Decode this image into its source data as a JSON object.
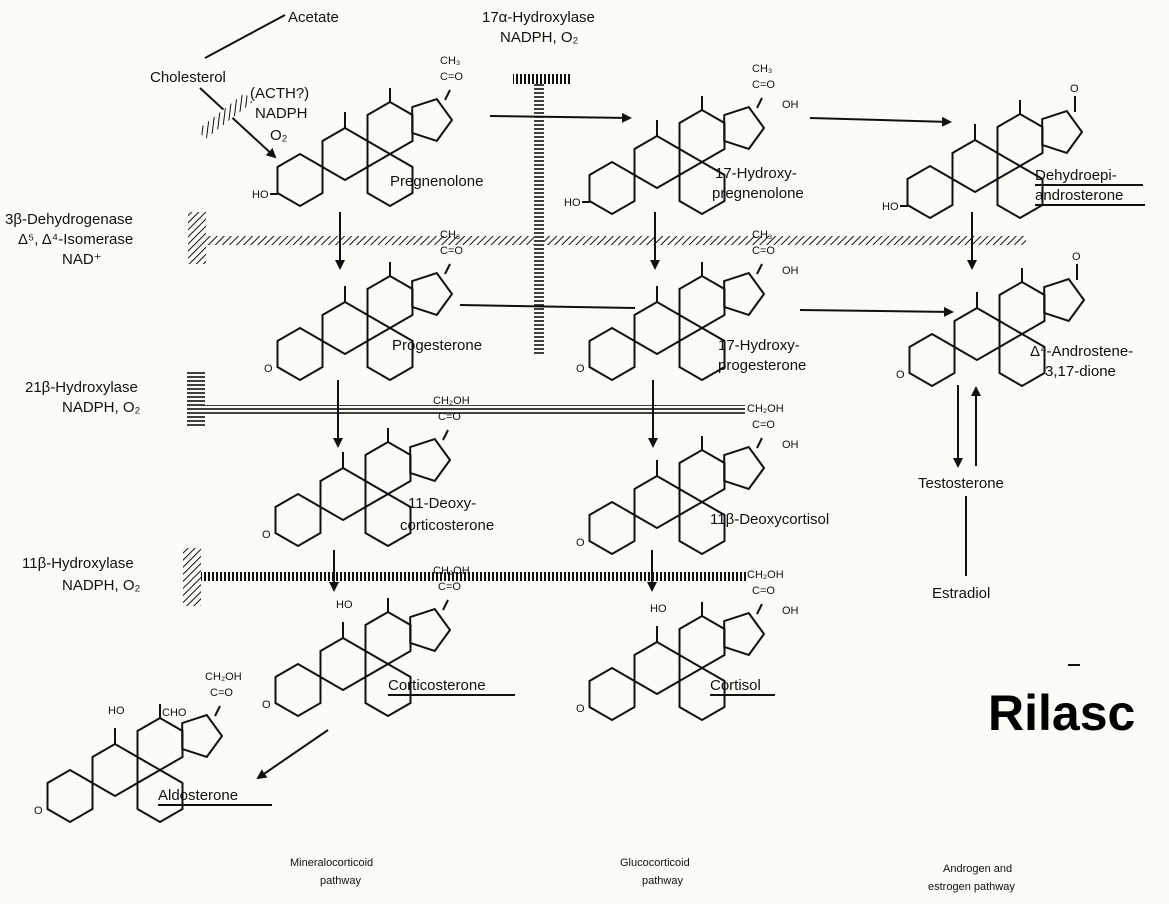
{
  "inputs": {
    "acetate": "Acetate",
    "cholesterol": "Cholesterol",
    "acth": "(ACTH?)",
    "nadph": "NADPH",
    "o2": "O₂"
  },
  "enzymes": {
    "hydroxylase17": {
      "name": "17α-Hydroxylase",
      "cofactor": "NADPH, O₂"
    },
    "dehydrogenase3b": {
      "name": "3β-Dehydrogenase",
      "isomerase": "Δ⁵, Δ⁴-Isomerase",
      "cofactor": "NAD⁺"
    },
    "hydroxylase21": {
      "name": "21β-Hydroxylase",
      "cofactor": "NADPH, O₂"
    },
    "hydroxylase11": {
      "name": "11β-Hydroxylase",
      "cofactor": "NADPH, O₂"
    }
  },
  "compounds": {
    "pregnenolone": "Pregnenolone",
    "hydroxypregnenolone": [
      "17-Hydroxy-",
      "pregnenolone"
    ],
    "dhea": [
      "Dehydroepi-",
      "androsterone"
    ],
    "progesterone": "Progesterone",
    "hydroxyprogesterone": [
      "17-Hydroxy-",
      "progesterone"
    ],
    "androstenedione": [
      "Δ⁴-Androstene-",
      "3,17-dione"
    ],
    "deoxycorticosterone": [
      "11-Deoxy-",
      "corticosterone"
    ],
    "deoxycortisol": "11β-Deoxycortisol",
    "testosterone": "Testosterone",
    "estradiol": "Estradiol",
    "corticosterone": "Corticosterone",
    "cortisol": "Cortisol",
    "aldosterone": "Aldosterone"
  },
  "groups": {
    "ch3": "CH₃",
    "co": "C=O",
    "oh": "OH",
    "ho": "HO",
    "ch2oh": "CH₂OH",
    "cho": "CHO",
    "o": "O"
  },
  "pathways": {
    "mineral": [
      "Mineralocorticoid",
      "pathway"
    ],
    "gluco": [
      "Glucocorticoid",
      "pathway"
    ],
    "androgen": [
      "Androgen and",
      "estrogen pathway"
    ]
  },
  "watermark": "Rilasc"
}
